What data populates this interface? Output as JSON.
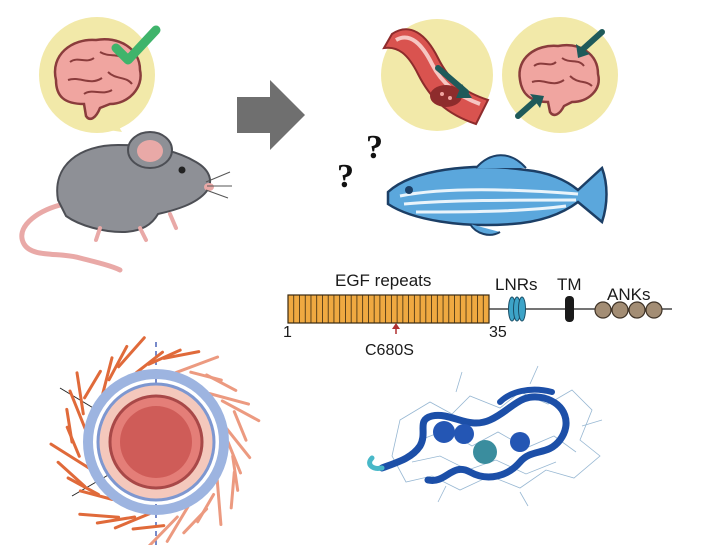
{
  "protein": {
    "egf_label": "EGF repeats",
    "lnr_label": "LNRs",
    "tm_label": "TM",
    "ank_label": "ANKs",
    "start_num": "1",
    "end_num": "35",
    "mutation": "C680S",
    "egf_repeat_count": 35,
    "lnr_count": 3,
    "ank_count": 4
  },
  "icons": {
    "brain_check": "brain-check-icon",
    "mouse": "mouse-icon",
    "arrow": "right-arrow-icon",
    "vessel": "blood-vessel-icon",
    "brain_arrows": "brain-arrows-icon",
    "question": "question-marks-icon",
    "fish": "zebrafish-icon",
    "vessel_cross": "vessel-cross-section-icon",
    "structure": "protein-structure-icon"
  },
  "colors": {
    "bubble": "#F2E9A9",
    "brain": "#F0A5A0",
    "brain_outline": "#8A3C3C",
    "check": "#3FB46B",
    "mouse_body": "#8E9096",
    "mouse_ear": "#E9A9A7",
    "arrow": "#6F6F6F",
    "fish": "#5BA7DC",
    "egf_fill": "#EFA941",
    "lnr_fill": "#3DA4C8",
    "ank_fill": "#A38D74",
    "tm_fill": "#1A1A1A",
    "vessel_red": "#D9534F",
    "ribbon": "#1C4FA8"
  }
}
